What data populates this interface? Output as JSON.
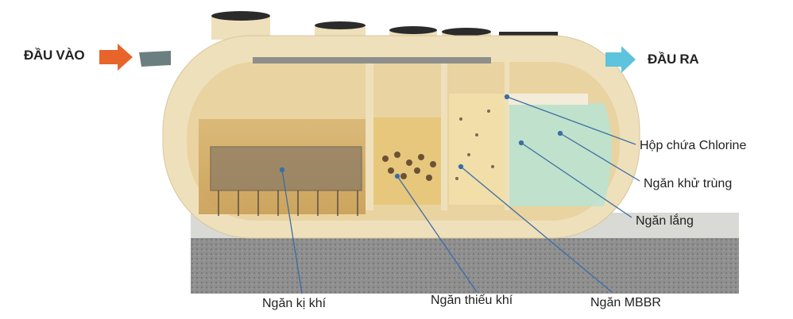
{
  "inlet_label": "ĐẦU VÀO",
  "outlet_label": "ĐẦU RA",
  "labels": {
    "chlorine_box": "Hộp chứa Chlorine",
    "disinfection": "Ngăn khử trùng",
    "settling": "Ngăn lắng",
    "anaerobic": "Ngăn kị khí",
    "anoxic": "Ngăn thiếu khí",
    "mbbr": "Ngăn MBBR"
  },
  "colors": {
    "inlet_arrow": "#e8642a",
    "outlet_arrow": "#5ec3dc",
    "leader_line": "#3a6ea5",
    "tank": "#f1e2bd"
  }
}
